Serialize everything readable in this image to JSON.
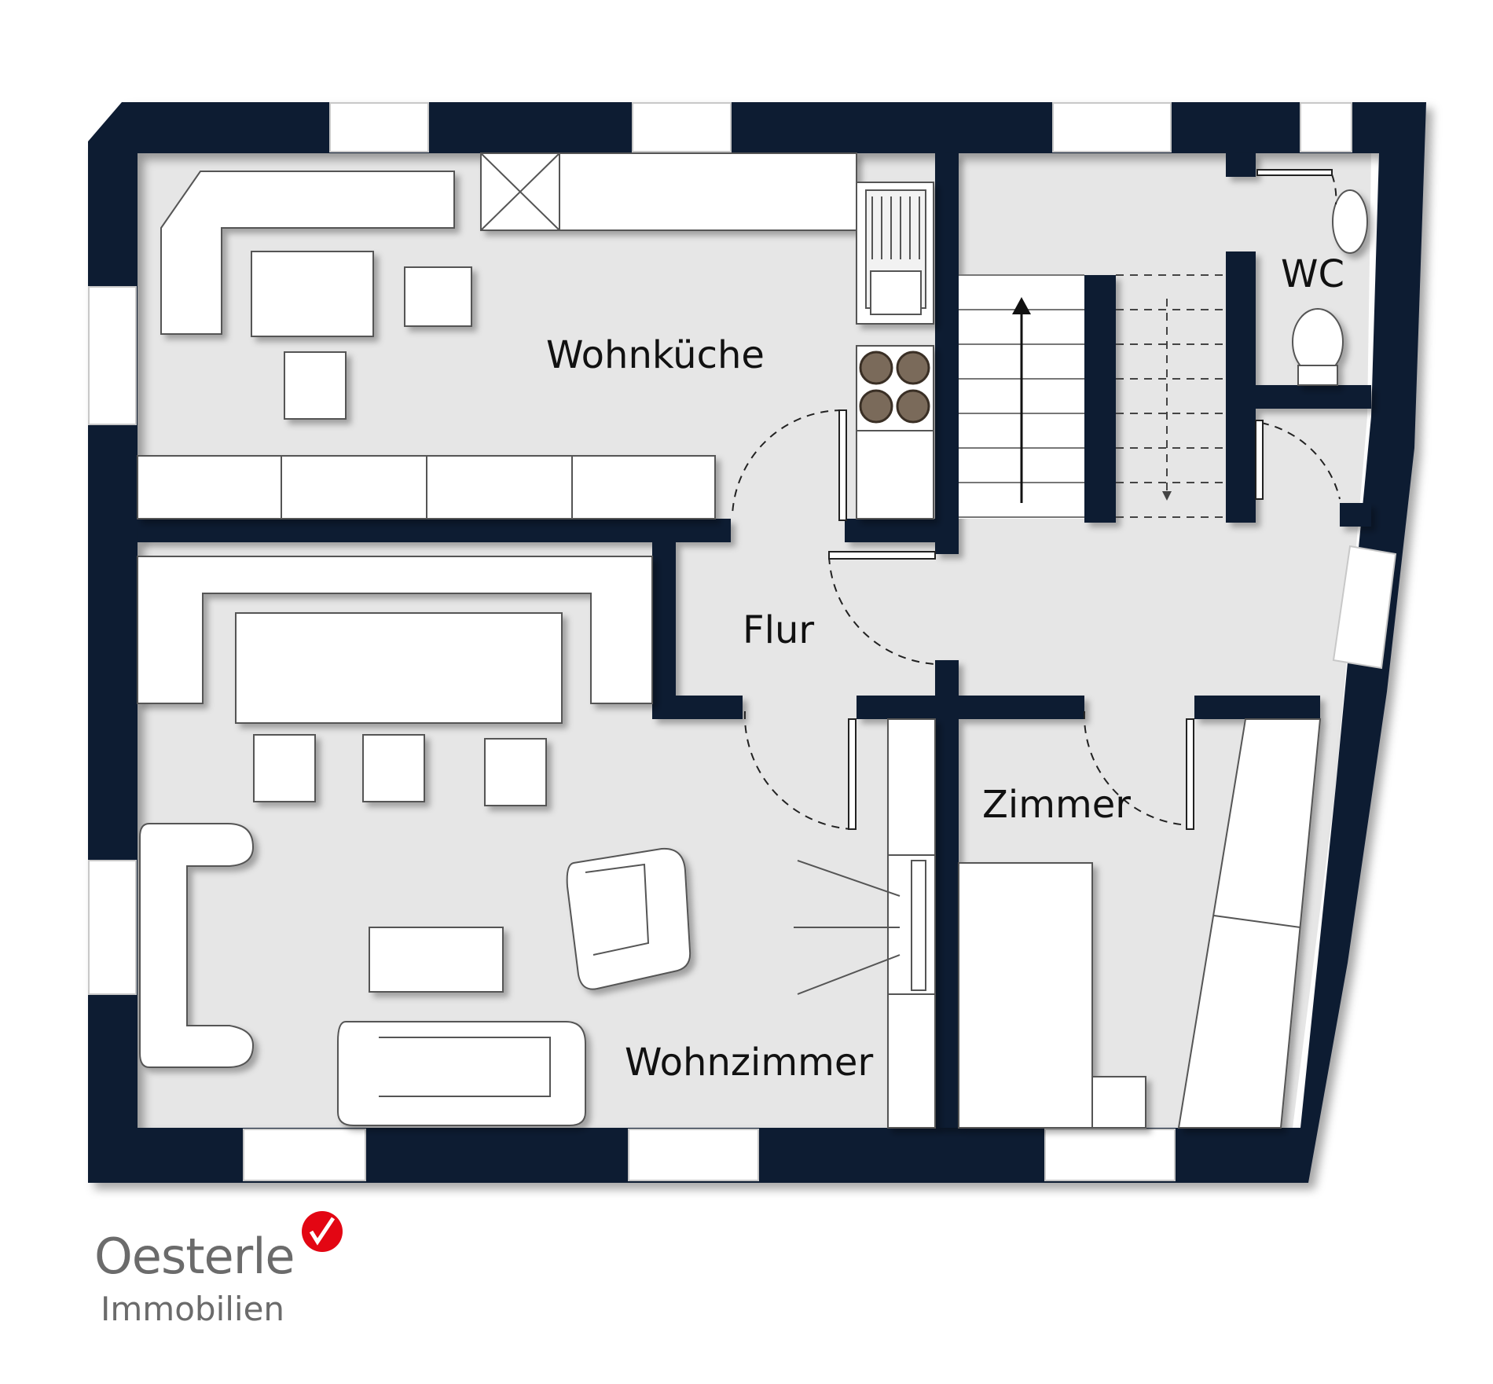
{
  "rooms": {
    "wohnkueche": "Wohnküche",
    "flur": "Flur",
    "wc": "WC",
    "zimmer": "Zimmer",
    "wohnzimmer": "Wohnzimmer"
  },
  "logo": {
    "name": "Oesterle",
    "subtitle": "Immobilien"
  },
  "colors": {
    "wall": "#0f1a33",
    "floor": "#e6e6e6",
    "furniture": "#ffffff",
    "text": "#111111",
    "logo_text": "#6b6b6b",
    "logo_accent": "#e30613",
    "stove": "#7a6a5a"
  }
}
